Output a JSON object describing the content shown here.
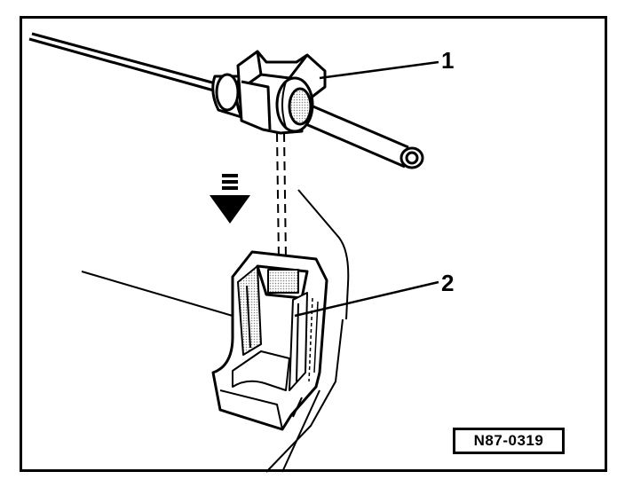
{
  "callouts": {
    "part_1": "1",
    "part_2": "2"
  },
  "figure_id": "N87-0319",
  "colors": {
    "ink": "#000000",
    "paper": "#ffffff",
    "shade": "#d8d8d8"
  }
}
